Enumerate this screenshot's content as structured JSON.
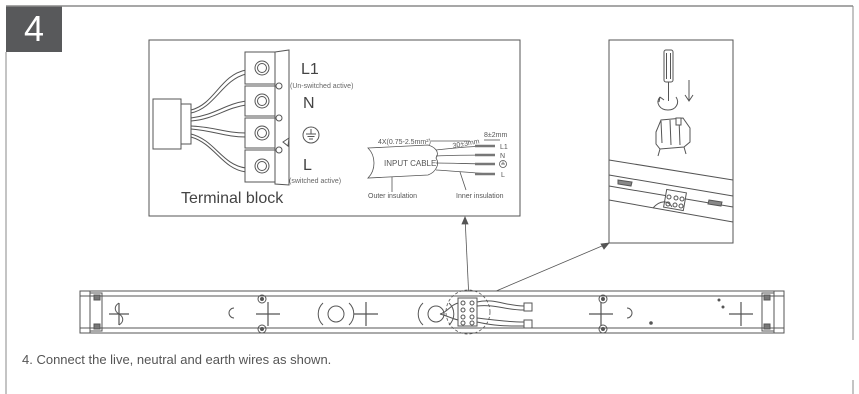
{
  "step": {
    "number": "4"
  },
  "terminal_panel": {
    "label_l1": "L1",
    "label_l1_sub": "(Un-switched active)",
    "label_n": "N",
    "label_l": "L",
    "label_l_sub": "(switched active)",
    "caption": "Terminal block"
  },
  "cable_detail": {
    "spec": "4X(0.75-2.5mm²)",
    "strip_outer": "30±3mm",
    "strip_inner": "8±2mm",
    "cable_name": "INPUT CABLE",
    "outer_insulation": "Outer insulation",
    "inner_insulation": "Inner insulation",
    "wire_l1": "L1",
    "wire_n": "N",
    "wire_l": "L"
  },
  "instruction": {
    "text": "4. Connect the live, neutral and earth wires as shown."
  },
  "colors": {
    "line": "#555555",
    "badge": "#58595b",
    "border": "#8a8a8a"
  },
  "icons": [
    "earth-symbol-icon",
    "screwdriver-icon",
    "arrow-down-icon",
    "rotate-icon"
  ]
}
